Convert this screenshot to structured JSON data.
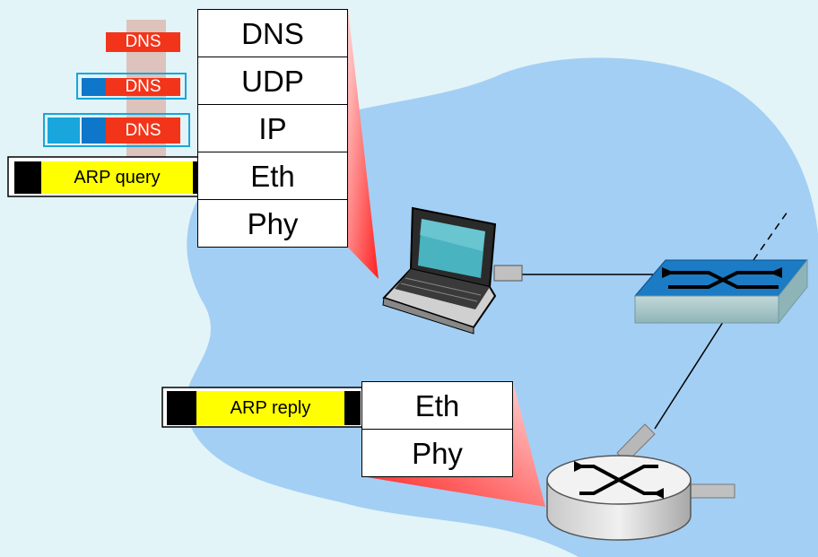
{
  "host_stack": {
    "layers": [
      "DNS",
      "UDP",
      "IP",
      "Eth",
      "Phy"
    ]
  },
  "router_stack": {
    "layers": [
      "Eth",
      "Phy"
    ]
  },
  "packets": {
    "dns_segment": "DNS",
    "udp_segment": "DNS",
    "ip_datagram": "DNS",
    "arp_query": "ARP query",
    "arp_reply": "ARP reply"
  },
  "colors": {
    "background": "#e2f4f8",
    "network_cloud": "#a3cff4",
    "dns_payload": "#f2351a",
    "udp_header": "#0f77c9",
    "ip_header": "#18a6dc",
    "arp_body": "#ffff00",
    "eth_header": "#000000"
  }
}
